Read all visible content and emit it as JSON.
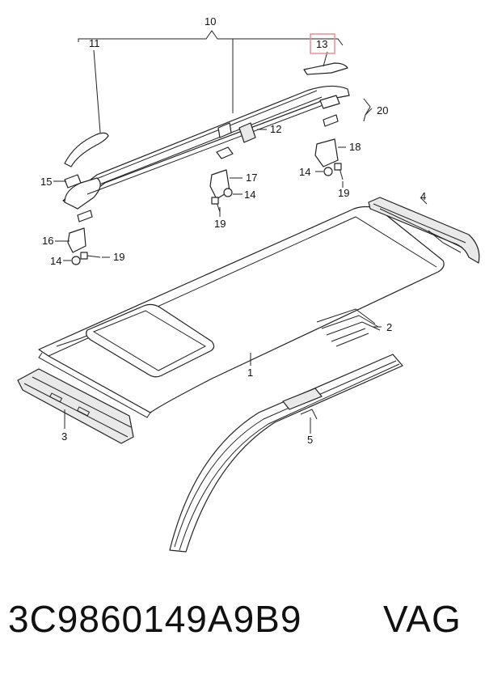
{
  "diagram": {
    "callouts": {
      "c1": "1",
      "c2": "2",
      "c3": "3",
      "c4": "4",
      "c5": "5",
      "c10": "10",
      "c11": "11",
      "c12": "12",
      "c13": "13",
      "c14a": "14",
      "c14b": "14",
      "c14c": "14",
      "c15": "15",
      "c16": "16",
      "c17": "17",
      "c18": "18",
      "c19a": "19",
      "c19b": "19",
      "c19c": "19",
      "c20": "20"
    },
    "highlighted_callout": "13",
    "highlight_color": "#f28a95"
  },
  "footer": {
    "part_number": "3C9860149A9B9",
    "brand": "VAG"
  }
}
